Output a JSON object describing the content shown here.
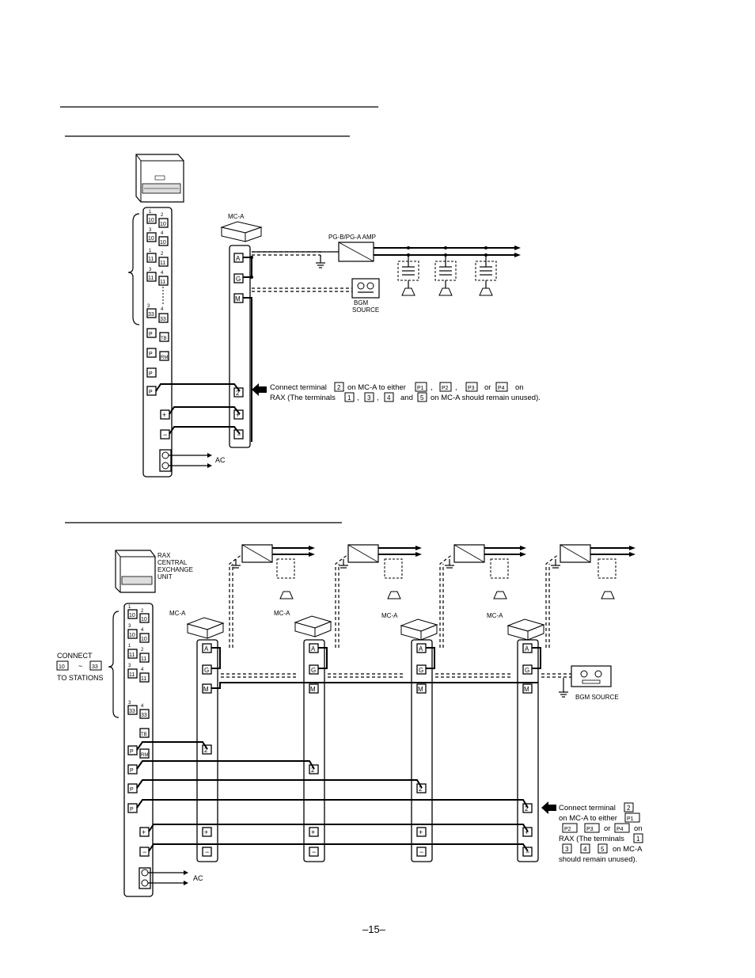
{
  "page_number": "–15–",
  "diagram1": {
    "mc_label": "MC-A",
    "amp_label": "PG-B/PG-A AMP",
    "bgm_label_1": "BGM",
    "bgm_label_2": "SOURCE",
    "ac_label": "AC",
    "mc_terminals": [
      "A",
      "G",
      "M",
      "2",
      "+",
      "−"
    ],
    "rax_terminals": [
      {
        "num": "1",
        "label": "10",
        "num2": "2",
        "label2": "10"
      },
      {
        "num": "3",
        "label": "10",
        "num2": "4",
        "label2": "10"
      },
      {
        "num": "1",
        "label": "11",
        "num2": "2",
        "label2": "11"
      },
      {
        "num": "3",
        "label": "11",
        "num2": "4",
        "label2": "11"
      },
      {
        "num": "3",
        "label": "33",
        "num2": "4",
        "label2": "33"
      }
    ],
    "rax_side": [
      "P1",
      "TB",
      "P2",
      "RM",
      "P3",
      "P4"
    ],
    "note_line1_a": "Connect terminal",
    "note_line1_b": "on MC-A to either",
    "note_line1_c": "or",
    "note_line1_d": "on",
    "note_line2_a": "RAX (The terminals",
    "note_line2_b": "and",
    "note_line2_c": "on MC-A should remain unused).",
    "note_boxes": [
      "2",
      "P1",
      "P2",
      "P3",
      "P4",
      "1",
      "3",
      "4",
      "5"
    ]
  },
  "diagram2": {
    "rax_label": [
      "RAX",
      "CENTRAL",
      "EXCHANGE",
      "UNIT"
    ],
    "connect_label": [
      "CONNECT",
      "TO STATIONS"
    ],
    "connect_range": [
      "10",
      "33"
    ],
    "mc_label": "MC-A",
    "bgm_label": "BGM SOURCE",
    "ac_label": "AC",
    "rax_side": [
      "TB",
      "P1",
      "RM",
      "P2",
      "P3",
      "P4"
    ],
    "note_lines": [
      "Connect terminal",
      "on MC-A to either",
      "or",
      "on",
      "RAX (The terminals",
      "on MC-A",
      "should remain unused)."
    ],
    "note_boxes": [
      "2",
      "P1",
      "P2",
      "P3",
      "P4",
      "1",
      "3",
      "4",
      "5"
    ]
  }
}
